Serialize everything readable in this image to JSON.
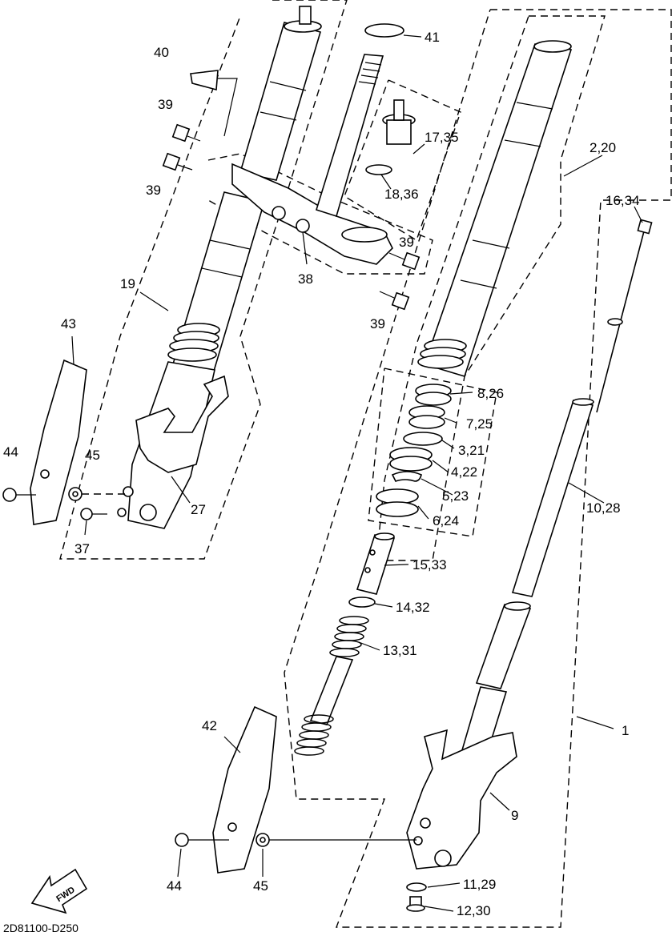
{
  "diagram_code": "2D81100-D250",
  "fwd_label": "FWD",
  "callouts": {
    "c40": "40",
    "c41": "41",
    "c39a": "39",
    "c39b": "39",
    "c39c": "39",
    "c39d": "39",
    "c17_35": "17,35",
    "c2_20": "2,20",
    "c18_36": "18,36",
    "c16_34": "16,34",
    "c38": "38",
    "c19": "19",
    "c43": "43",
    "c8_26": "8,26",
    "c7_25": "7,25",
    "c3_21": "3,21",
    "c4_22": "4,22",
    "c5_23": "5,23",
    "c6_24": "6,24",
    "c44a": "44",
    "c45a": "45",
    "c27": "27",
    "c37": "37",
    "c10_28": "10,28",
    "c15_33": "15,33",
    "c14_32": "14,32",
    "c13_31": "13,31",
    "c42": "42",
    "c1": "1",
    "c9": "9",
    "c44b": "44",
    "c45b": "45",
    "c11_29": "11,29",
    "c12_30": "12,30"
  }
}
